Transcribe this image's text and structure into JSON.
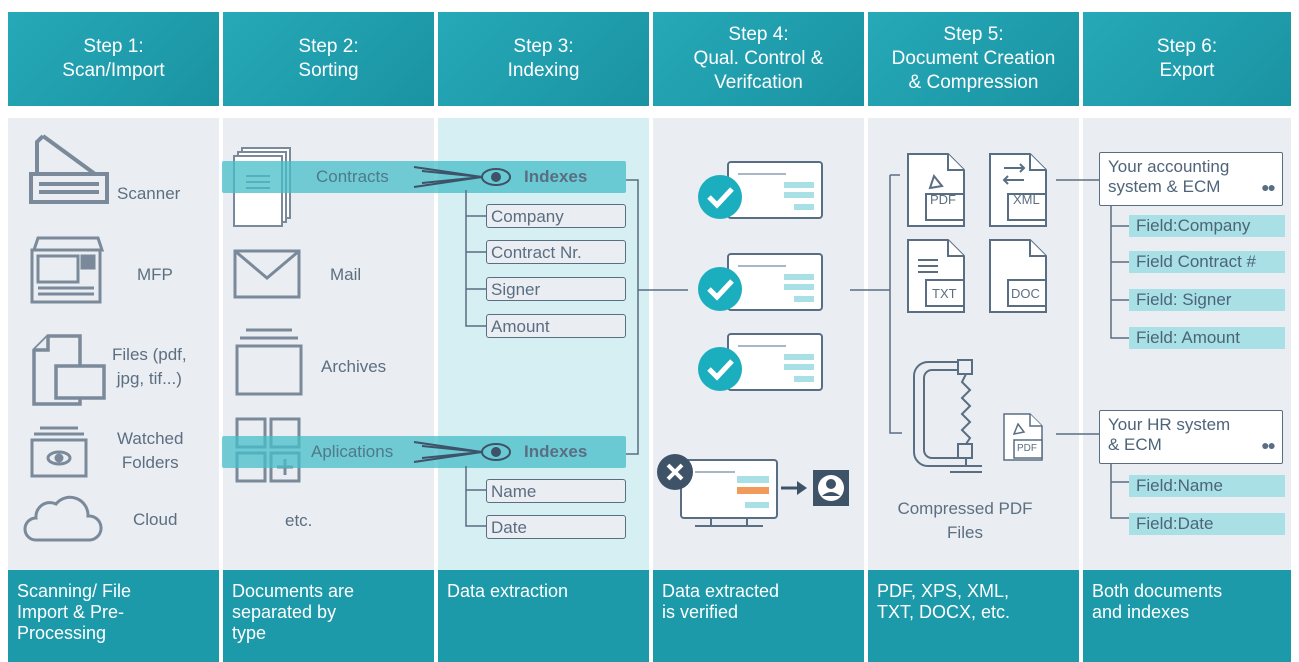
{
  "steps": [
    {
      "title_1": "Step 1:",
      "title_2": "Scan/Import",
      "footer": [
        "Scanning/ File",
        "Import & Pre-",
        "Processing"
      ]
    },
    {
      "title_1": "Step 2:",
      "title_2": "Sorting",
      "footer": [
        "Documents are",
        "separated by",
        "type"
      ]
    },
    {
      "title_1": "Step 3:",
      "title_2": "Indexing",
      "footer": [
        "Data extraction"
      ]
    },
    {
      "title_1": "Step 4:",
      "title_2": "Qual. Control &",
      "title_3": "Verifcation",
      "footer": [
        "Data extracted",
        "is verified"
      ]
    },
    {
      "title_1": "Step 5:",
      "title_2": "Document Creation",
      "title_3": "& Compression",
      "footer": [
        "PDF, XPS, XML,",
        "TXT, DOCX, etc."
      ]
    },
    {
      "title_1": "Step 6:",
      "title_2": "Export",
      "footer": [
        "Both documents",
        "and indexes"
      ]
    }
  ],
  "step1": {
    "scanner": "Scanner",
    "mfp": "MFP",
    "files_1": "Files (pdf,",
    "files_2": "jpg, tif...)",
    "watched_1": "Watched",
    "watched_2": "Folders",
    "cloud": "Cloud"
  },
  "step2": {
    "contracts": "Contracts",
    "mail": "Mail",
    "archives": "Archives",
    "aplications": "Aplications",
    "etc": "etc."
  },
  "step3": {
    "indexes_1": "Indexes",
    "fields_1": [
      "Company",
      "Contract Nr.",
      "Signer",
      "Amount"
    ],
    "indexes_2": "Indexes",
    "fields_2": [
      "Name",
      "Date"
    ]
  },
  "step5": {
    "pdf": "PDF",
    "xml": "XML",
    "txt": "TXT",
    "doc": "DOC",
    "pdf_small": "PDF",
    "compressed_1": "Compressed PDF",
    "compressed_2": "Files"
  },
  "step6": {
    "system_1_line1": "Your accounting",
    "system_1_line2": "system & ECM",
    "fields_1": [
      "Field:Company",
      "Field Contract #",
      "Field: Signer",
      "Field: Amount"
    ],
    "system_2_line1": "Your HR system",
    "system_2_line2": "& ECM",
    "fields_2": [
      "Field:Name",
      "Field:Date"
    ]
  },
  "colors": {
    "header": "#1f9fae",
    "body": "#eaedf1",
    "highlight": "#d5eff2",
    "accent": "#1aaebe",
    "line": "#5a6e83",
    "error": "#1f3a52"
  }
}
